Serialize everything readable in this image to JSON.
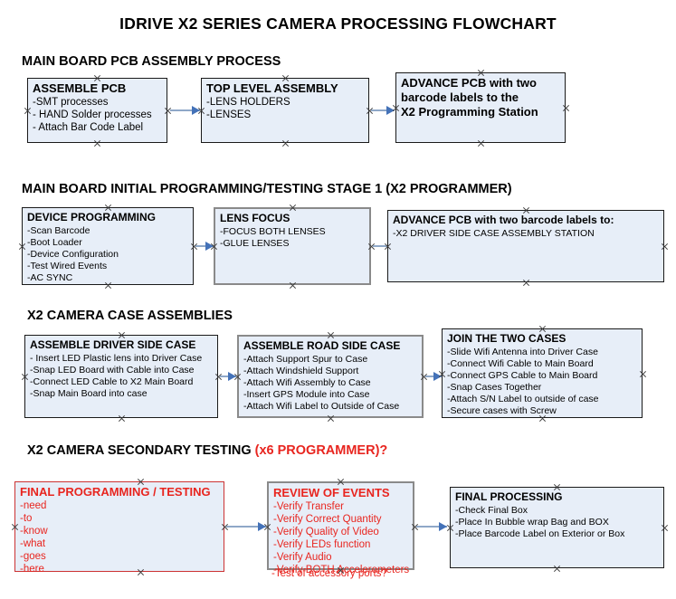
{
  "document": {
    "title": "IDRIVE X2  SERIES CAMERA PROCESSING FLOWCHART"
  },
  "colors": {
    "box_fill": "#e7eef8",
    "box_border": "#1a1a1a",
    "gray_border": "#8a8a8a",
    "red_text": "#e8251f",
    "arrow_shaft": "#8fa8c8",
    "arrow_head": "#4472b8"
  },
  "sections": [
    {
      "heading": "MAIN BOARD PCB ASSEMBLY PROCESS",
      "heading_red": "",
      "boxes": [
        {
          "header": "ASSEMBLE PCB",
          "lines": [
            "-SMT processes",
            "- HAND Solder processes",
            "- Attach Bar Code Label"
          ]
        },
        {
          "header": "TOP LEVEL ASSEMBLY",
          "lines": [
            "-LENS HOLDERS",
            "-LENSES"
          ]
        },
        {
          "header": "ADVANCE PCB with two",
          "lines": [
            "barcode labels to the",
            " X2 Programming Station"
          ]
        }
      ]
    },
    {
      "heading": "MAIN BOARD INITIAL PROGRAMMING/TESTING STAGE 1 (X2 PROGRAMMER)",
      "heading_red": "",
      "boxes": [
        {
          "header": "DEVICE PROGRAMMING",
          "lines": [
            "-Scan Barcode",
            "-Boot Loader",
            "-Device Configuration",
            "-Test Wired Events",
            "-AC SYNC"
          ]
        },
        {
          "header": "LENS FOCUS",
          "lines": [
            "-FOCUS BOTH LENSES",
            "-GLUE LENSES"
          ]
        },
        {
          "header": "ADVANCE PCB with two barcode labels to:",
          "lines": [
            "-X2 DRIVER  SIDE  CASE  ASSEMBLY STATION"
          ]
        }
      ]
    },
    {
      "heading": "X2 CAMERA CASE ASSEMBLIES",
      "heading_red": "",
      "boxes": [
        {
          "header": "ASSEMBLE DRIVER SIDE CASE",
          "lines": [
            "- Insert LED Plastic lens into Driver Case",
            "-Snap LED Board with Cable into Case",
            "-Connect LED Cable to X2 Main Board",
            "-Snap Main Board into case"
          ]
        },
        {
          "header": "ASSEMBLE ROAD SIDE CASE",
          "lines": [
            "-Attach Support Spur to Case",
            "-Attach Windshield Support",
            "-Attach Wifi Assembly to Case",
            "-Insert GPS Module into Case",
            "-Attach Wifi Label to Outside of Case"
          ]
        },
        {
          "header": "JOIN THE TWO CASES",
          "lines": [
            "-Slide Wifi Antenna into Driver Case",
            "-Connect Wifi Cable to Main Board",
            "-Connect GPS Cable to Main Board",
            "-Snap Cases Together",
            "-Attach S/N Label to outside of case",
            "-Secure cases with Screw"
          ]
        }
      ]
    },
    {
      "heading": "X2 CAMERA SECONDARY TESTING ",
      "heading_red": "(x6 PROGRAMMER)?",
      "boxes": [
        {
          "header": "FINAL PROGRAMMING / TESTING",
          "lines": [
            "-need",
            "-to",
            "-know",
            "-what",
            "-goes",
            "-here"
          ]
        },
        {
          "header": "REVIEW OF EVENTS",
          "lines": [
            "-Verify Transfer",
            "-Verify Correct Quantity",
            "-Verify Quality of Video",
            "-Verify LEDs function",
            "-Verify Audio",
            "-Verify BOTH Accelerometers"
          ],
          "overflow_line": "-Test of accessory ports?"
        },
        {
          "header": "FINAL PROCESSING",
          "lines": [
            " -Check Final Box",
            "-Place In Bubble wrap Bag and BOX",
            "-Place Barcode Label on Exterior or Box"
          ]
        }
      ]
    }
  ]
}
